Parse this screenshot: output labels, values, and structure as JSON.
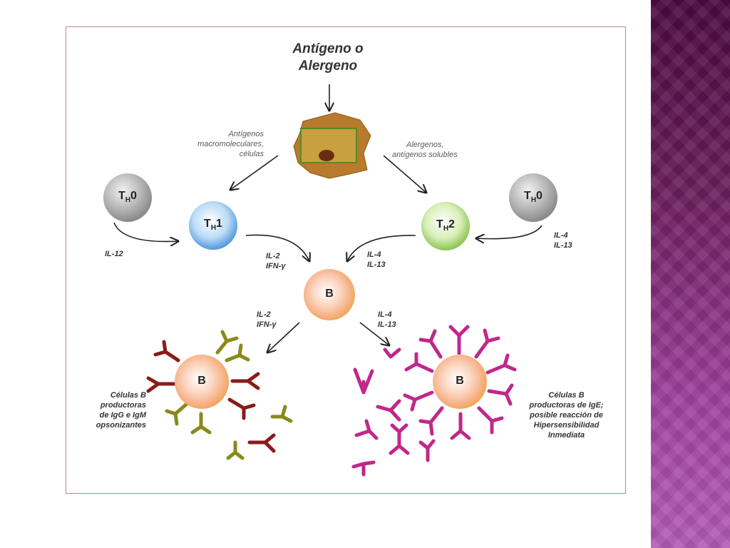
{
  "title": {
    "line1": "Antígeno o",
    "line2": "Alergeno"
  },
  "path_left_label": {
    "line1": "Antígenos",
    "line2": "macromoleculares,",
    "line3": "células"
  },
  "path_right_label": {
    "line1": "Alergenos,",
    "line2": "antígenos solubles"
  },
  "cells": {
    "th0_left": {
      "main": "T",
      "sub": "H",
      "suffix": "0"
    },
    "th0_right": {
      "main": "T",
      "sub": "H",
      "suffix": "0"
    },
    "th1": {
      "main": "T",
      "sub": "H",
      "suffix": "1"
    },
    "th2": {
      "main": "T",
      "sub": "H",
      "suffix": "2"
    },
    "b_center": "B",
    "b_left": "B",
    "b_right": "B"
  },
  "cytokines": {
    "il12": "IL-12",
    "th1_to_b": {
      "line1": "IL-2",
      "line2": "IFN-γ"
    },
    "th2_to_b": {
      "line1": "IL-4",
      "line2": "IL-13"
    },
    "th0_right": {
      "line1": "IL-4",
      "line2": "IL-13"
    },
    "b_to_left": {
      "line1": "IL-2",
      "line2": "IFN-γ"
    },
    "b_to_right": {
      "line1": "IL-4",
      "line2": "IL-13"
    }
  },
  "outcome_left": {
    "line1": "Células B",
    "line2": "productoras",
    "line3": "de IgG e IgM",
    "line4": "opsonizantes"
  },
  "outcome_right": {
    "line1": "Células B",
    "line2": "productoras de IgE;",
    "line3": "posible reacción de",
    "line4": "Hipersensibilidad",
    "line5": "Inmediata"
  },
  "colors": {
    "th0": "#9a9a9a",
    "th1": "#4a9be0",
    "th2": "#8cc63f",
    "b_cell": "#f3a54a",
    "igg_dark": "#8b1a1a",
    "igg_olive": "#8a8a1a",
    "ige": "#c0288a",
    "apc": "#c08a3a"
  }
}
